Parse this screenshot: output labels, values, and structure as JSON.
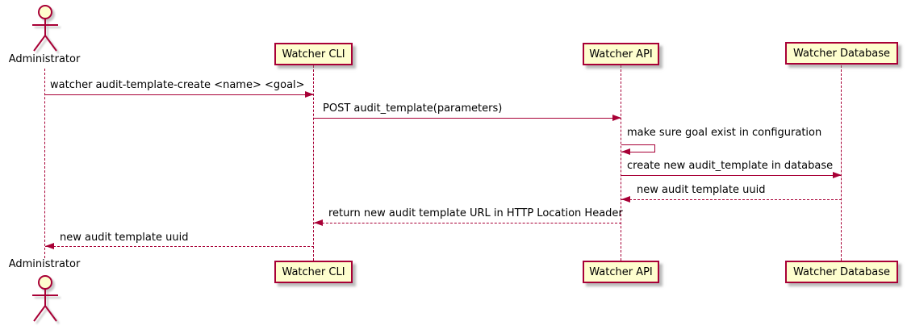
{
  "diagram": {
    "type": "sequence",
    "actor": {
      "name": "Administrator"
    },
    "participants": [
      {
        "name": "Watcher CLI"
      },
      {
        "name": "Watcher API"
      },
      {
        "name": "Watcher Database"
      }
    ],
    "messages": [
      {
        "text": "watcher audit-template-create <name> <goal>",
        "from": "Administrator",
        "to": "Watcher CLI",
        "style": "solid"
      },
      {
        "text": "POST audit_template(parameters)",
        "from": "Watcher CLI",
        "to": "Watcher API",
        "style": "solid"
      },
      {
        "text": "make sure goal exist in configuration",
        "from": "Watcher API",
        "to": "Watcher API",
        "style": "self"
      },
      {
        "text": "create new audit_template in database",
        "from": "Watcher API",
        "to": "Watcher Database",
        "style": "solid"
      },
      {
        "text": "new audit template uuid",
        "from": "Watcher Database",
        "to": "Watcher API",
        "style": "dashed"
      },
      {
        "text": "return new audit template URL in HTTP Location Header",
        "from": "Watcher API",
        "to": "Watcher CLI",
        "style": "dashed"
      },
      {
        "text": "new audit template uuid",
        "from": "Watcher CLI",
        "to": "Administrator",
        "style": "dashed"
      }
    ],
    "colors": {
      "line": "#A80036",
      "fill": "#FEFECE",
      "text": "#000000",
      "background": "#FFFFFF"
    }
  }
}
